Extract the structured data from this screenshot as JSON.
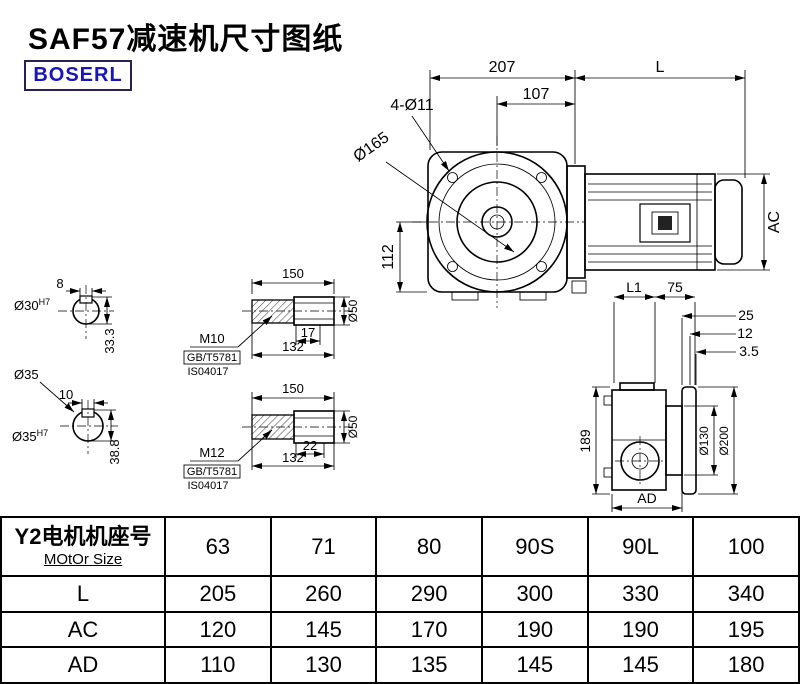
{
  "page": {
    "title": "SAF57减速机尺寸图纸",
    "logo_text": "BOSERL"
  },
  "front_view": {
    "dim_width": "207",
    "dim_motor_length": "L",
    "dim_flange_offset": "107",
    "dim_mount_holes": "4-Ø11",
    "dim_flange_circle": "Ø165",
    "dim_shaft_height": "112",
    "dim_motor_height": "AC"
  },
  "side_view": {
    "dim_l1": "L1",
    "dim_flange_len": "75",
    "dim_25": "25",
    "dim_12": "12",
    "dim_3_5": "3.5",
    "dim_height": "189",
    "dim_spigot_dia": "Ø130",
    "dim_flange_dia": "Ø200",
    "dim_ad": "AD"
  },
  "shaft_a": {
    "key_width": "8",
    "bore": "Ø30",
    "bore_tol": "H7",
    "key_depth": "33.3",
    "length": "150",
    "thread": "M10",
    "thread_len": "17",
    "dim_132": "132",
    "std_gb": "GB/T5781",
    "std_iso": "IS04017",
    "dia": "Ø50"
  },
  "shaft_b": {
    "dia_label": "Ø35",
    "key_width": "10",
    "bore": "Ø35",
    "bore_tol": "H7",
    "key_depth": "38.8",
    "length": "150",
    "thread": "M12",
    "thread_len": "22",
    "dim_132": "132",
    "std_gb": "GB/T5781",
    "std_iso": "IS04017",
    "dia": "Ø50"
  },
  "table": {
    "header": {
      "label_line1": "Y2电机机座号",
      "label_line2": "MOtOr Size",
      "values": [
        "63",
        "71",
        "80",
        "90S",
        "90L",
        "100"
      ]
    },
    "rows": [
      {
        "label": "L",
        "values": [
          "205",
          "260",
          "290",
          "300",
          "330",
          "340"
        ]
      },
      {
        "label": "AC",
        "values": [
          "120",
          "145",
          "170",
          "190",
          "190",
          "195"
        ]
      },
      {
        "label": "AD",
        "values": [
          "110",
          "130",
          "135",
          "145",
          "145",
          "180"
        ]
      }
    ]
  }
}
